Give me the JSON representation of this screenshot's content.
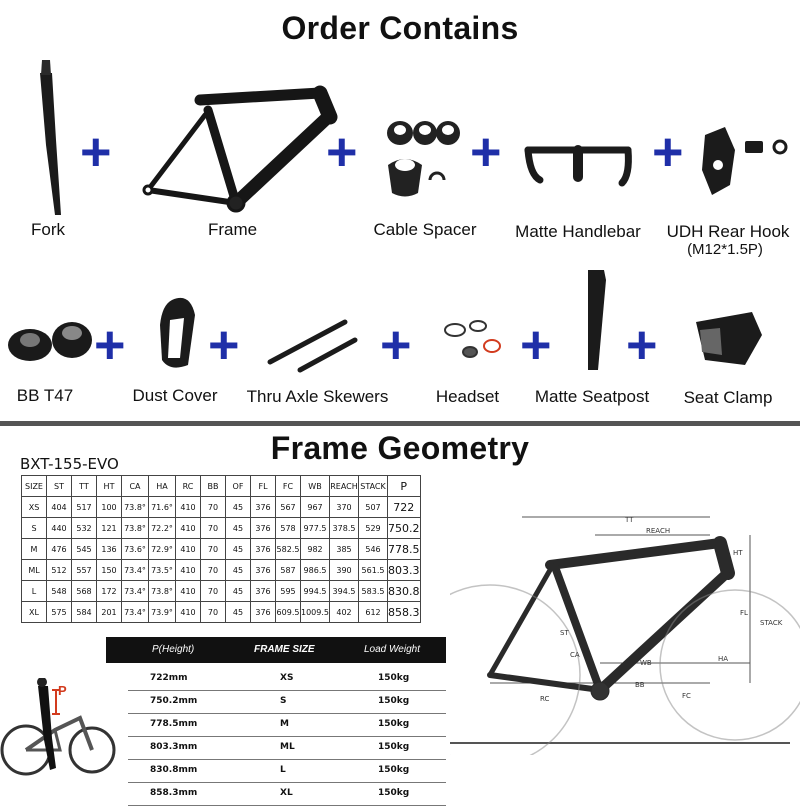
{
  "order_title": "Order Contains",
  "row1": [
    "Fork",
    "Frame",
    "Cable Spacer",
    "Matte Handlebar",
    "UDH Rear Hook"
  ],
  "row1_sub": "(M12*1.5P)",
  "row2": [
    "BB T47",
    "Dust Cover",
    "Thru Axle Skewers",
    "Headset",
    "Matte Seatpost",
    "Seat Clamp"
  ],
  "plus": "+",
  "geometry_title": "Frame Geometry",
  "model": "BXT-155-EVO",
  "geo_headers": [
    "SIZE",
    "ST",
    "TT",
    "HT",
    "CA",
    "HA",
    "RC",
    "BB",
    "OF",
    "FL",
    "FC",
    "WB",
    "REACH",
    "STACK",
    "P"
  ],
  "geo_rows": [
    [
      "XS",
      "404",
      "517",
      "100",
      "73.8°",
      "71.6°",
      "410",
      "70",
      "45",
      "376",
      "567",
      "967",
      "370",
      "507",
      "722"
    ],
    [
      "S",
      "440",
      "532",
      "121",
      "73.8°",
      "72.2°",
      "410",
      "70",
      "45",
      "376",
      "578",
      "977.5",
      "378.5",
      "529",
      "750.2"
    ],
    [
      "M",
      "476",
      "545",
      "136",
      "73.6°",
      "72.9°",
      "410",
      "70",
      "45",
      "376",
      "582.5",
      "982",
      "385",
      "546",
      "778.5"
    ],
    [
      "ML",
      "512",
      "557",
      "150",
      "73.4°",
      "73.5°",
      "410",
      "70",
      "45",
      "376",
      "587",
      "986.5",
      "390",
      "561.5",
      "803.3"
    ],
    [
      "L",
      "548",
      "568",
      "172",
      "73.4°",
      "73.8°",
      "410",
      "70",
      "45",
      "376",
      "595",
      "994.5",
      "394.5",
      "583.5",
      "830.8"
    ],
    [
      "XL",
      "575",
      "584",
      "201",
      "73.4°",
      "73.9°",
      "410",
      "70",
      "45",
      "376",
      "609.5",
      "1009.5",
      "402",
      "612",
      "858.3"
    ]
  ],
  "p_headers": [
    "P(Height)",
    "FRAME SIZE",
    "Load Weight"
  ],
  "p_rows": [
    [
      "722mm",
      "XS",
      "150kg"
    ],
    [
      "750.2mm",
      "S",
      "150kg"
    ],
    [
      "778.5mm",
      "M",
      "150kg"
    ],
    [
      "803.3mm",
      "ML",
      "150kg"
    ],
    [
      "830.8mm",
      "L",
      "150kg"
    ],
    [
      "858.3mm",
      "XL",
      "150kg"
    ]
  ],
  "p_marker": "P",
  "diagram_labels": [
    "TT",
    "REACH",
    "HT",
    "ST",
    "STACK",
    "FL",
    "WB",
    "HA",
    "BB",
    "RC",
    "FC",
    "CA"
  ],
  "colors": {
    "plus": "#1f2fa8",
    "accent_red": "#d23b1e",
    "dark": "#111111"
  }
}
